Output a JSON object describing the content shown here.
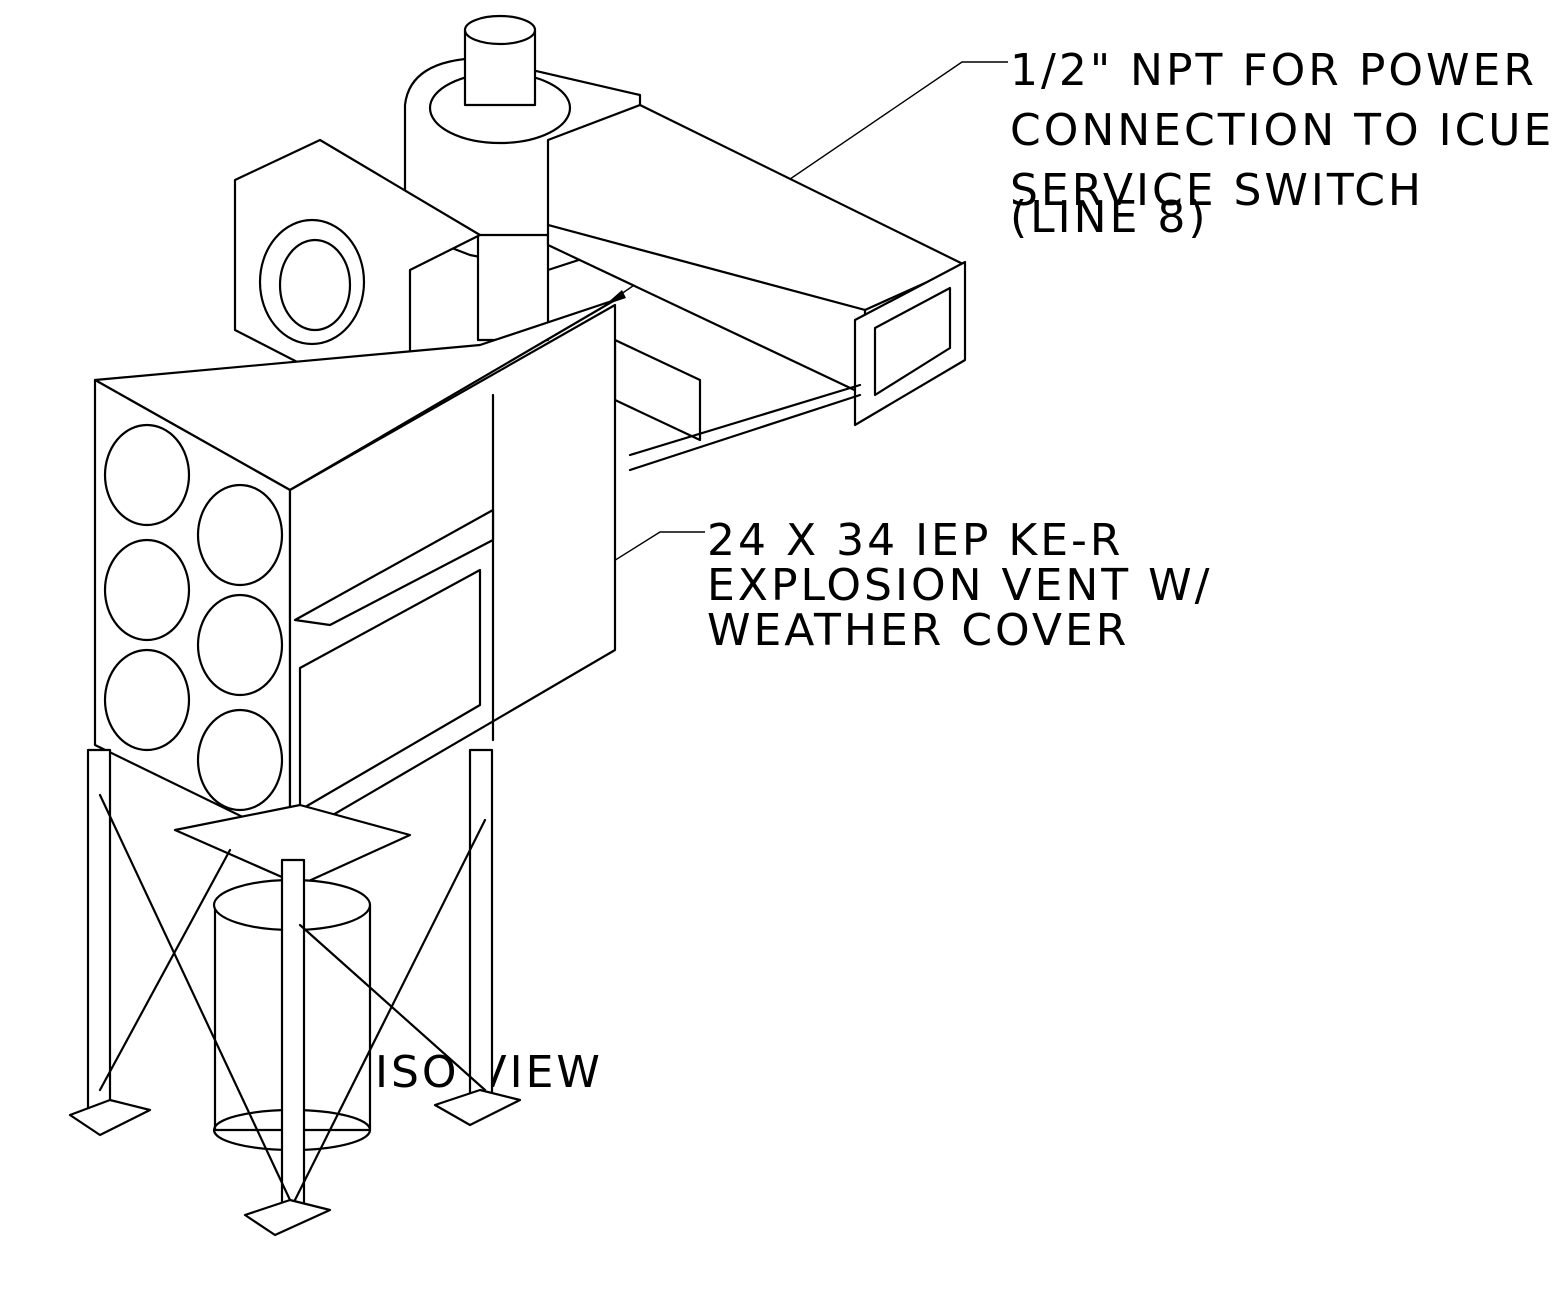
{
  "drawing": {
    "view_title": "ISO VIEW",
    "callouts": [
      {
        "lines": [
          "1/2\" NPT FOR POWER",
          "CONNECTION TO ICUE",
          "SERVICE SWITCH",
          "(LINE 8)"
        ]
      },
      {
        "lines": [
          "24 X 34 IEP KE-R",
          "EXPLOSION VENT W/",
          "WEATHER COVER"
        ]
      }
    ],
    "colors": {
      "line": "#000000",
      "background": "#ffffff"
    }
  }
}
